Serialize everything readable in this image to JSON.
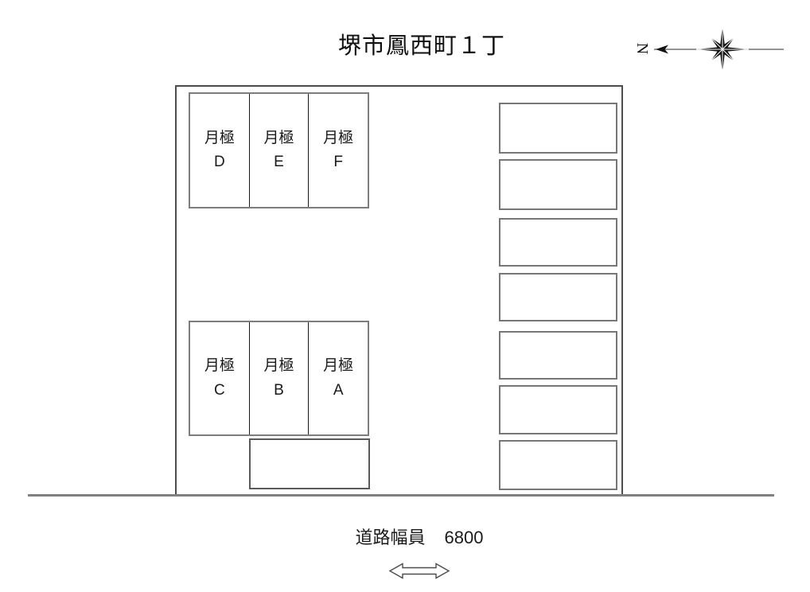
{
  "title": "堺市鳳西町１丁",
  "compass": {
    "north_label": "N"
  },
  "lot": {
    "upper_spaces": [
      {
        "type_label": "月極",
        "space_id": "D"
      },
      {
        "type_label": "月極",
        "space_id": "E"
      },
      {
        "type_label": "月極",
        "space_id": "F"
      }
    ],
    "lower_spaces": [
      {
        "type_label": "月極",
        "space_id": "C"
      },
      {
        "type_label": "月極",
        "space_id": "B"
      },
      {
        "type_label": "月極",
        "space_id": "A"
      }
    ],
    "unlabeled_right_space_count": 7,
    "unlabeled_bottom_space_count": 1
  },
  "road": {
    "label": "道路幅員",
    "width_value": "6800"
  },
  "colors": {
    "boundary_line": "#4d4d4d",
    "space_border": "#7d7d7d",
    "cell_divider": "#1a1a1a",
    "road_line": "#808080",
    "text": "#1a1a1a",
    "compass": "#111111"
  }
}
